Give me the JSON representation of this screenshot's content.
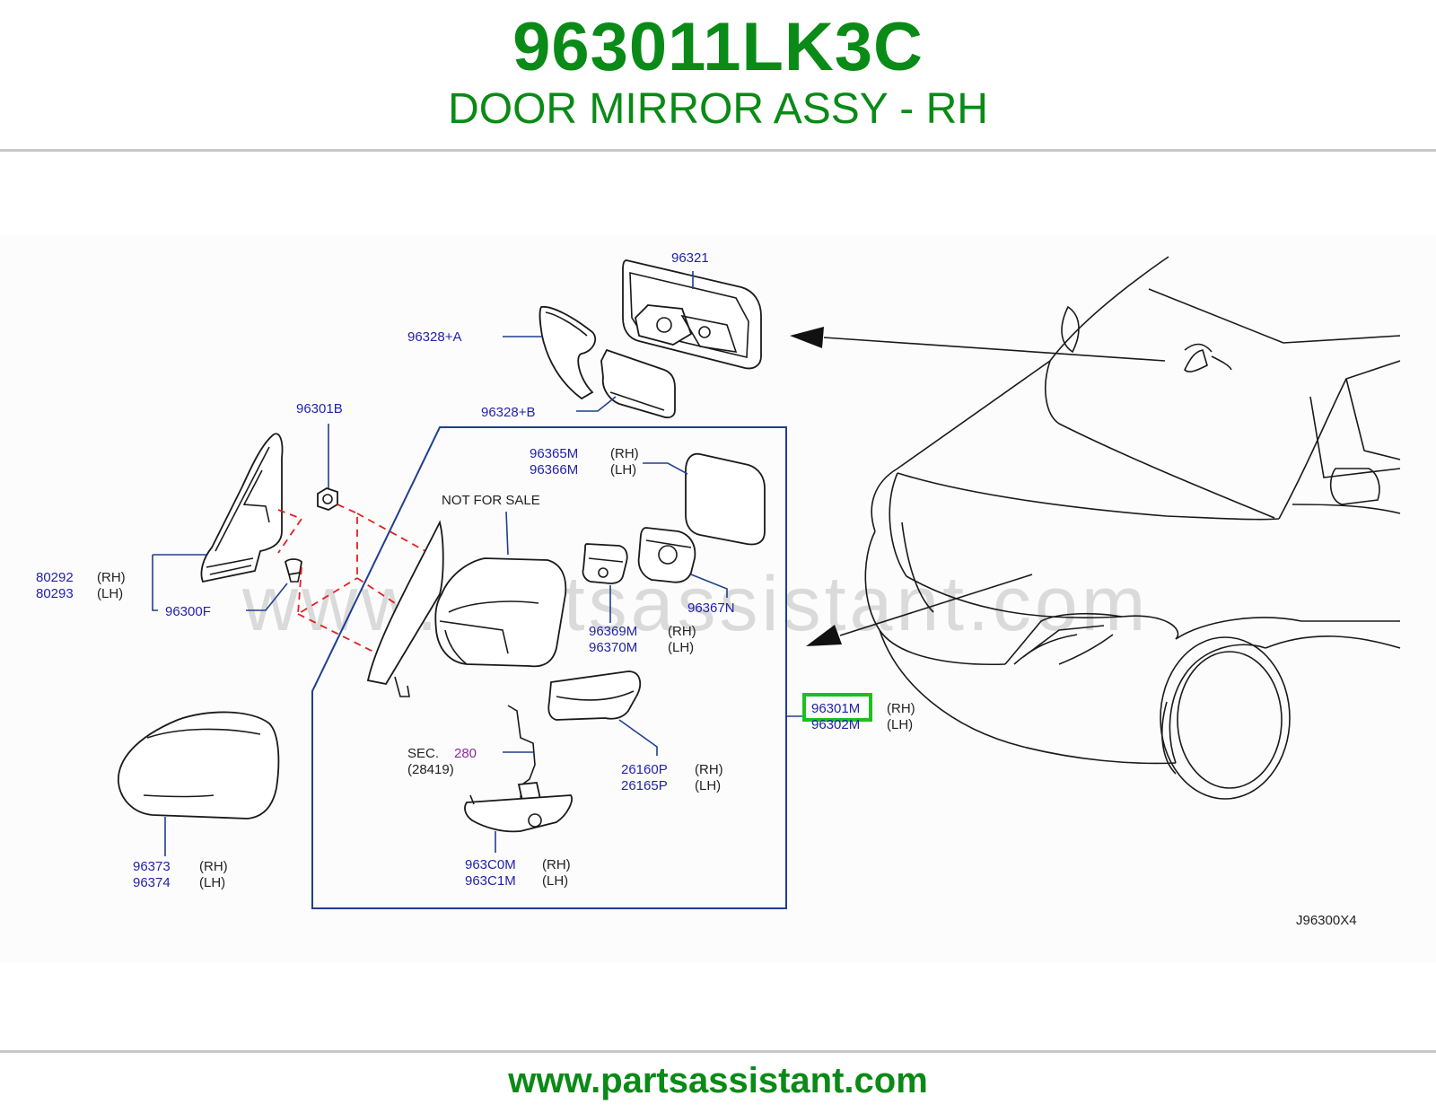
{
  "header": {
    "part_number": "963011LK3C",
    "part_name": "DOOR MIRROR ASSY - RH"
  },
  "watermark": "www.partsassistant.com",
  "diagram": {
    "callouts": {
      "c96321": "96321",
      "c96328a": "96328+A",
      "c96328b": "96328+B",
      "c96301b": "96301B",
      "c96365m": "96365M",
      "c96365m_side": "(RH)",
      "c96366m": "96366M",
      "c96366m_side": "(LH)",
      "not_for_sale": "NOT   FOR   SALE",
      "c80292": "80292",
      "c80292_side": "(RH)",
      "c80293": "80293",
      "c80293_side": "(LH)",
      "c96300f": "96300F",
      "c96367n": "96367N",
      "c96369m": "96369M",
      "c96369m_side": "(RH)",
      "c96370m": "96370M",
      "c96370m_side": "(LH)",
      "c96301m": "96301M",
      "c96301m_side": "(RH)",
      "c96302m": "96302M",
      "c96302m_side": "(LH)",
      "sec": "SEC.",
      "sec_num": "280",
      "sec_ref": "(28419)",
      "c26160p": "26160P",
      "c26160p_side": "(RH)",
      "c26165p": "26165P",
      "c26165p_side": "(LH)",
      "c96373": "96373",
      "c96373_side": "(RH)",
      "c96374": "96374",
      "c96374_side": "(LH)",
      "c963c0m": "963C0M",
      "c963c0m_side": "(RH)",
      "c963c1m": "963C1M",
      "c963c1m_side": "(LH)",
      "drawing_code": "J96300X4"
    },
    "highlight_color": "#19c21e"
  },
  "footer": {
    "url": "www.partsassistant.com"
  }
}
